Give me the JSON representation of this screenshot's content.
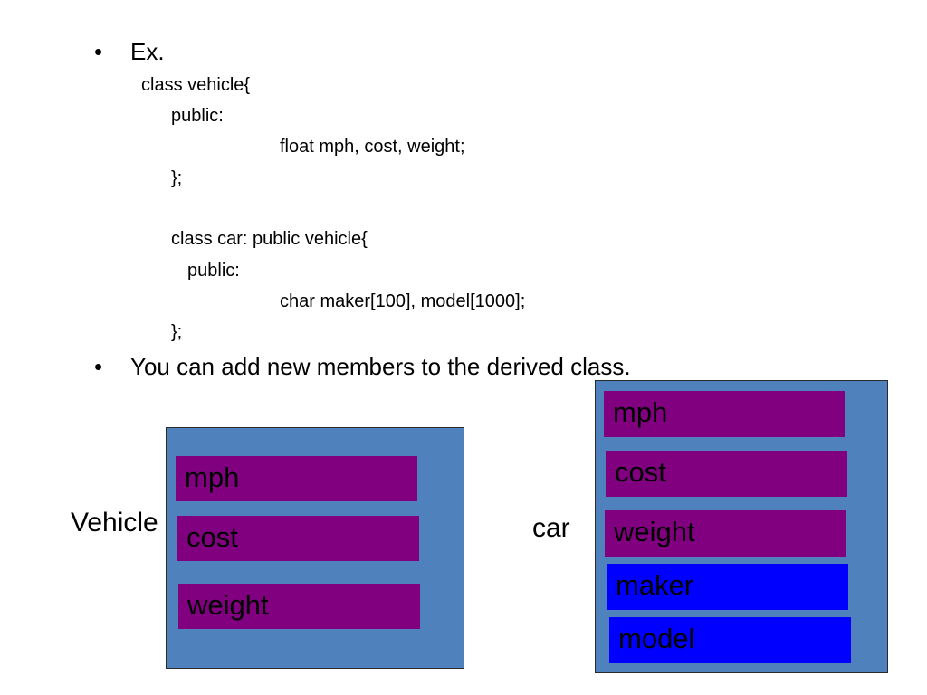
{
  "colors": {
    "box_fill": "#4f81bd",
    "member_inherited": "#800080",
    "member_new": "#0000ff",
    "box_border": "#2a2a2a"
  },
  "bullets": [
    {
      "marker": "•",
      "text": "Ex."
    },
    {
      "marker": "•",
      "text": "You can add new members to the derived class."
    }
  ],
  "code": [
    "class vehicle{",
    "public:",
    "float mph, cost, weight;",
    "};",
    "class car: public vehicle{",
    "public:",
    "char maker[100], model[1000];",
    "};"
  ],
  "diagram": {
    "vehicle": {
      "label": "Vehicle",
      "members": [
        {
          "name": "mph",
          "kind": "inherited"
        },
        {
          "name": "cost",
          "kind": "inherited"
        },
        {
          "name": "weight",
          "kind": "inherited"
        }
      ]
    },
    "car": {
      "label": "car",
      "members": [
        {
          "name": "mph",
          "kind": "inherited"
        },
        {
          "name": "cost",
          "kind": "inherited"
        },
        {
          "name": "weight",
          "kind": "inherited"
        },
        {
          "name": "maker",
          "kind": "new"
        },
        {
          "name": "model",
          "kind": "new"
        }
      ]
    }
  }
}
